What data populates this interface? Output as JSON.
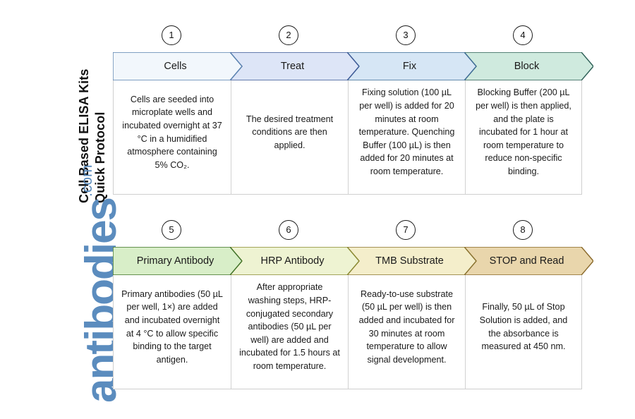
{
  "page": {
    "title_line1": "Cell Based ELISA Kits",
    "title_line2": "Quick Protocol",
    "logo_word": "antibodies",
    "logo_tld": ".com",
    "brand_color": "#5b8cbe"
  },
  "rows": [
    {
      "steps": [
        {
          "number": "1",
          "label": "Cells",
          "fill": "#f2f7fc",
          "stroke": "#5b83b0",
          "body": "Cells are seeded into microplate wells and incubated overnight at 37 °C in a humidified atmosphere containing 5% CO₂."
        },
        {
          "number": "2",
          "label": "Treat",
          "fill": "#dde5f7",
          "stroke": "#3d5a96",
          "body": "The desired treatment conditions are then applied."
        },
        {
          "number": "3",
          "label": "Fix",
          "fill": "#d6e6f5",
          "stroke": "#3f6d96",
          "body": "Fixing solution (100 µL per well) is added for 20 minutes at room temperature. Quenching Buffer (100 µL) is then added for 20 minutes at room temperature."
        },
        {
          "number": "4",
          "label": "Block",
          "fill": "#cfeade",
          "stroke": "#2e6057",
          "body": "Blocking Buffer (200 µL per well) is then applied, and the plate is incubated for 1 hour at room temperature to reduce non-specific binding."
        }
      ]
    },
    {
      "steps": [
        {
          "number": "5",
          "label": "Primary Antibody",
          "fill": "#d8eec8",
          "stroke": "#3f7228",
          "body": "Primary antibodies (50 µL per well, 1×) are added and incubated overnight at 4 °C to allow specific binding to the target antigen."
        },
        {
          "number": "6",
          "label": "HRP Antibody",
          "fill": "#eef3d2",
          "stroke": "#8a8a32",
          "body": "After appropriate washing steps, HRP-conjugated secondary antibodies (50 µL per well) are added and incubated for 1.5 hours at room temperature."
        },
        {
          "number": "7",
          "label": "TMB Substrate",
          "fill": "#f4eecb",
          "stroke": "#8a7330",
          "body": "Ready-to-use substrate (50 µL per well) is then added and incubated for 30 minutes at room temperature to allow signal development."
        },
        {
          "number": "8",
          "label": "STOP and Read",
          "fill": "#e9d6ac",
          "stroke": "#8a6a2c",
          "body": "Finally, 50 µL of Stop Solution is added, and the absorbance is measured at 450 nm."
        }
      ]
    }
  ]
}
